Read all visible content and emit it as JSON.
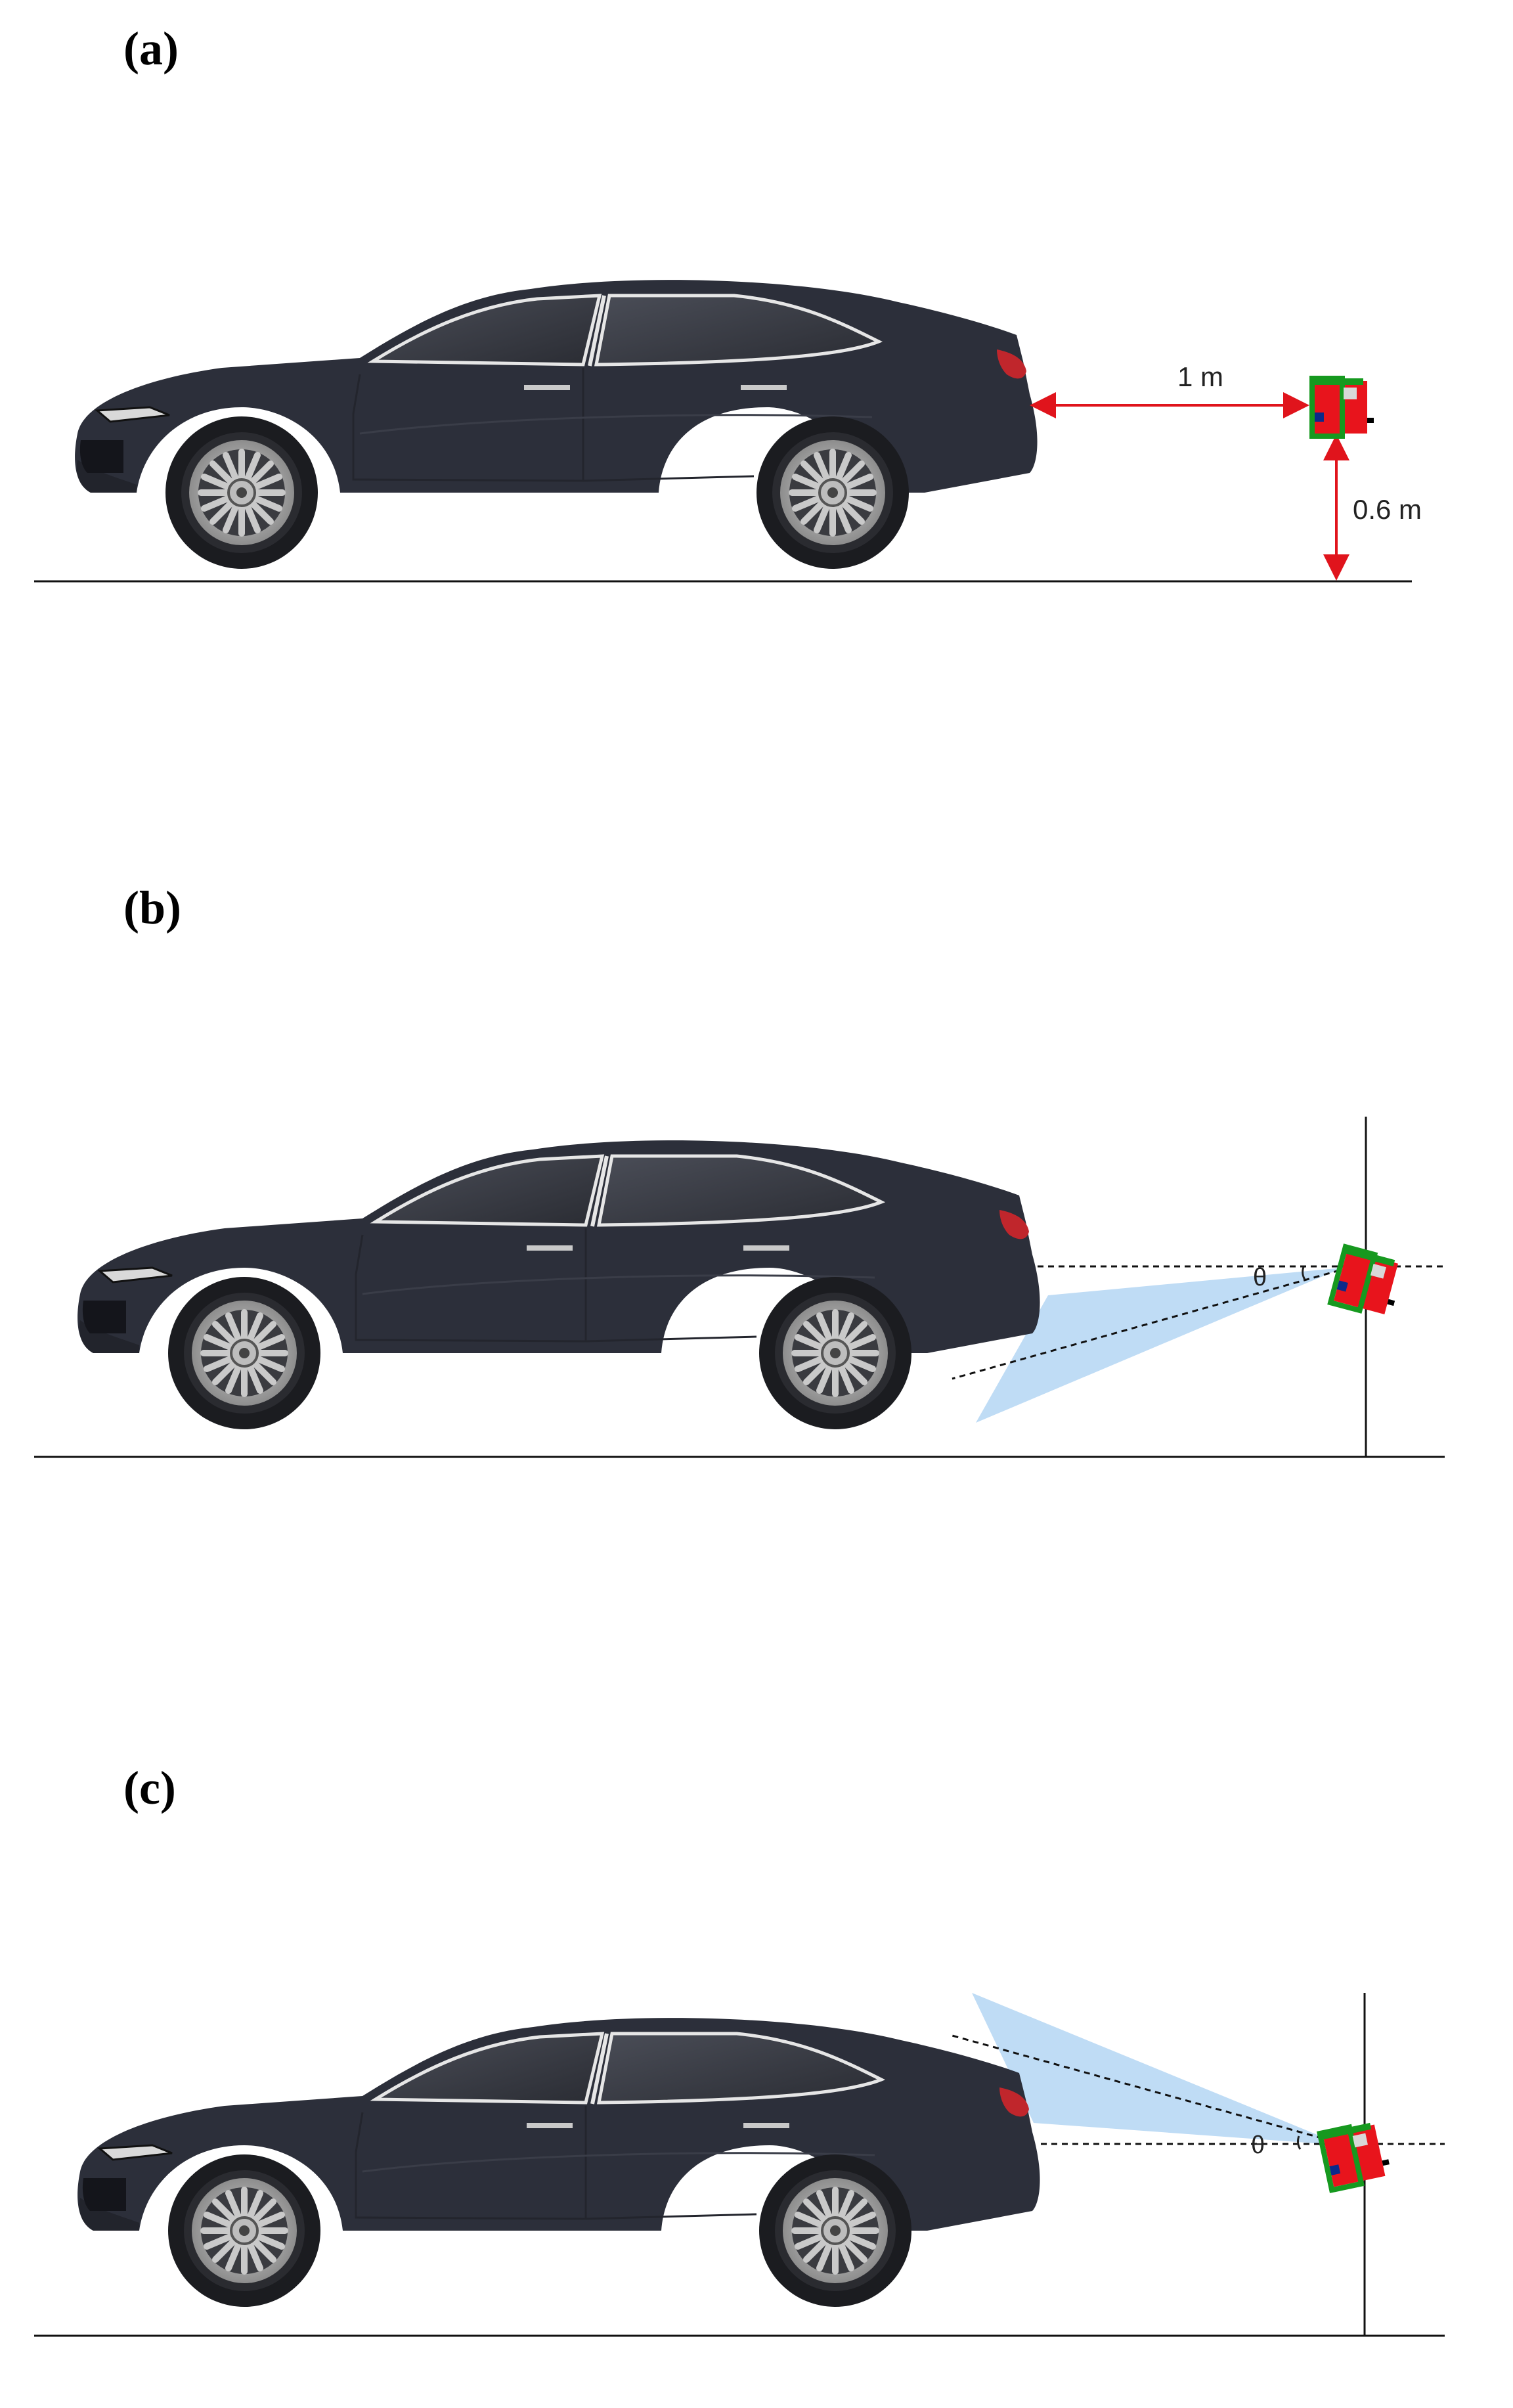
{
  "panels": [
    {
      "id": "a",
      "label": "(a)",
      "distance_label": "1 m",
      "height_label": "0.6 m"
    },
    {
      "id": "b",
      "label": "(b)",
      "angle_label": "θ"
    },
    {
      "id": "c",
      "label": "(c)",
      "angle_label": "θ"
    }
  ],
  "colors": {
    "car_body": "#2c2f3a",
    "car_window": "#3a3d47",
    "taillight": "#c0262c",
    "sensor_red": "#e8141c",
    "sensor_green": "#16991f",
    "arrow_red": "#e0141c",
    "beam": "#bfdcf5"
  }
}
